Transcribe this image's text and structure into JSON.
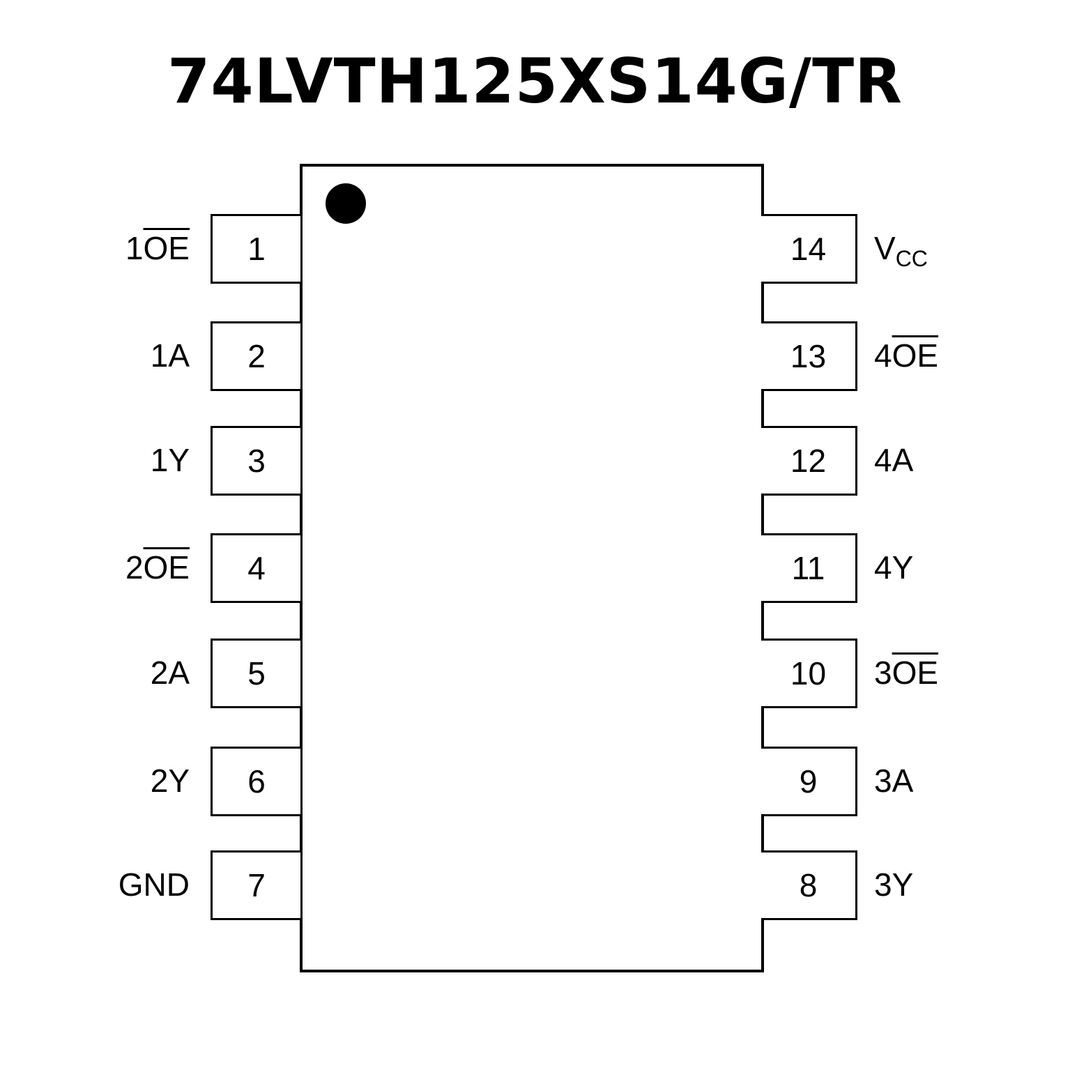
{
  "title": "74LVTH125XS14G/TR",
  "pins": [
    {
      "num": "1",
      "side": "left",
      "label": "1",
      "label_overline": "OE",
      "label_sub": ""
    },
    {
      "num": "2",
      "side": "left",
      "label": "1A",
      "label_overline": "",
      "label_sub": ""
    },
    {
      "num": "3",
      "side": "left",
      "label": "1Y",
      "label_overline": "",
      "label_sub": ""
    },
    {
      "num": "4",
      "side": "left",
      "label": "2",
      "label_overline": "OE",
      "label_sub": ""
    },
    {
      "num": "5",
      "side": "left",
      "label": "2A",
      "label_overline": "",
      "label_sub": ""
    },
    {
      "num": "6",
      "side": "left",
      "label": "2Y",
      "label_overline": "",
      "label_sub": ""
    },
    {
      "num": "7",
      "side": "left",
      "label": "GND",
      "label_overline": "",
      "label_sub": ""
    },
    {
      "num": "14",
      "side": "right",
      "label": "V",
      "label_overline": "",
      "label_sub": "CC"
    },
    {
      "num": "13",
      "side": "right",
      "label": "4",
      "label_overline": "OE",
      "label_sub": ""
    },
    {
      "num": "12",
      "side": "right",
      "label": "4A",
      "label_overline": "",
      "label_sub": ""
    },
    {
      "num": "11",
      "side": "right",
      "label": "4Y",
      "label_overline": "",
      "label_sub": ""
    },
    {
      "num": "10",
      "side": "right",
      "label": "3",
      "label_overline": "OE",
      "label_sub": ""
    },
    {
      "num": "9",
      "side": "right",
      "label": "3A",
      "label_overline": "",
      "label_sub": ""
    },
    {
      "num": "8",
      "side": "right",
      "label": "3Y",
      "label_overline": "",
      "label_sub": ""
    }
  ]
}
